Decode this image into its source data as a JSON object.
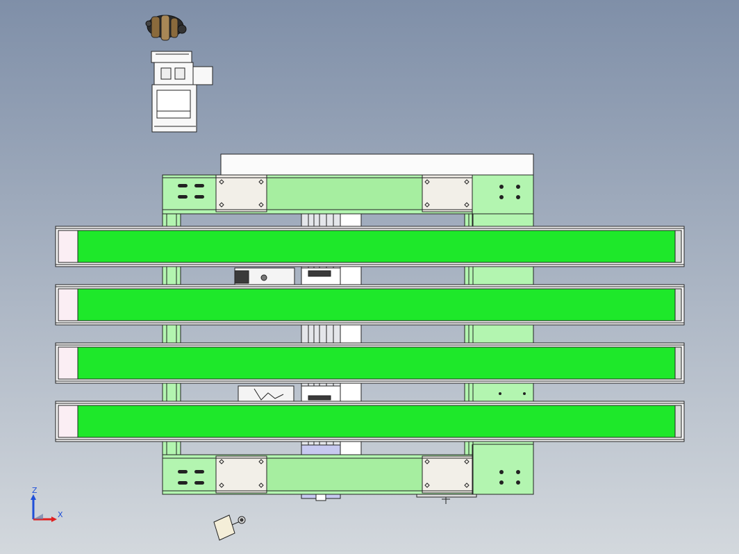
{
  "viewport": {
    "background_top": "#7f8fa8",
    "background_bottom": "#d3d8dd"
  },
  "axis_triad": {
    "x_label": "X",
    "z_label": "Z",
    "x_color": "#e02020",
    "z_color": "#1f4fd8"
  },
  "colors": {
    "belt_green": "#1ee82a",
    "frame_light_green": "#b3f5b0",
    "frame_mid_green": "#a6eea0",
    "plate_cream": "#f2efe8",
    "end_cap_pink": "#fbeef4",
    "outline": "#1c1c1c",
    "cover_white": "#fbfbfb"
  },
  "model": {
    "conveyor_count": 4,
    "gripper_color": "#8a6a3c"
  }
}
